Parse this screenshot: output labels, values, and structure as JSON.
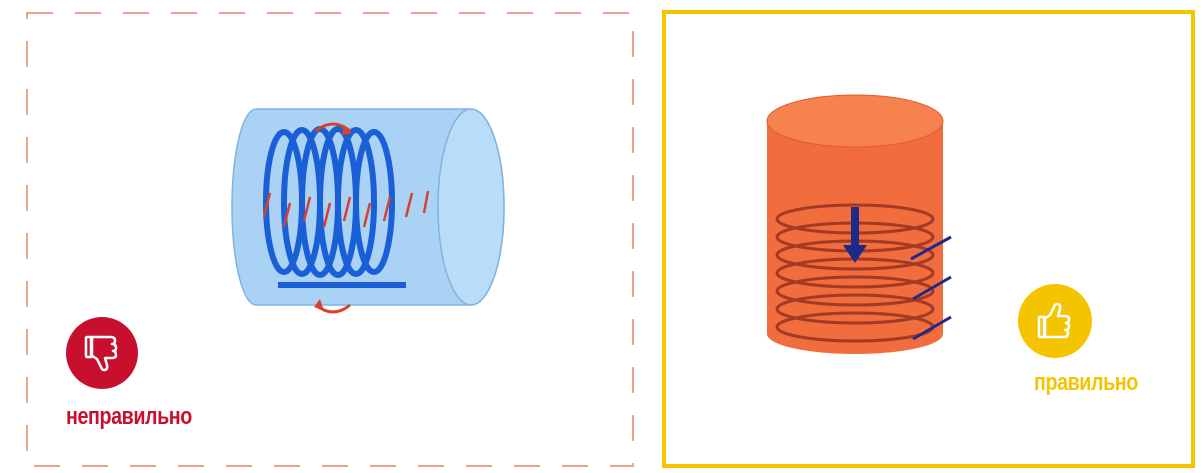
{
  "panels": {
    "wrong": {
      "label": "неправильно",
      "border_color": "#e8a487",
      "badge_color": "#c8102e",
      "badge_icon": "thumbs-down-icon",
      "illustration": "horizontal-cylinder-with-coil"
    },
    "right": {
      "label": "правильно",
      "border_color": "#f5c400",
      "badge_color": "#f5c400",
      "badge_icon": "thumbs-up-icon",
      "illustration": "vertical-cylinder-with-coil"
    }
  },
  "colors": {
    "cylinder_blue": "#a9d2f5",
    "coil_blue": "#1a5fd6",
    "arrow_red": "#d9412b",
    "cylinder_orange": "#f26d3d",
    "coil_dark": "#8a2a1c",
    "arrow_navy": "#1e2a8a"
  }
}
